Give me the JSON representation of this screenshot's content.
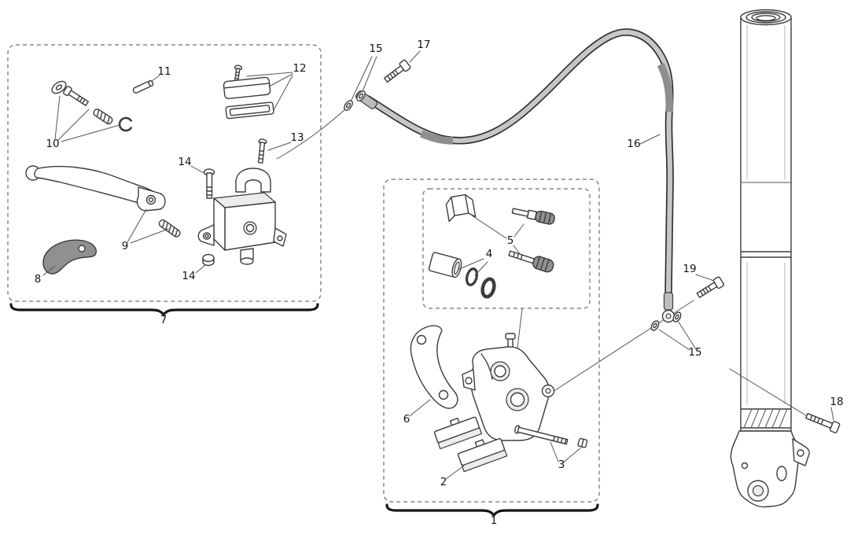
{
  "diagram": {
    "type": "exploded-parts-diagram",
    "subject": "Front brake system: master cylinder with lever, brake hose, caliper with pads, and front fork leg",
    "callouts": {
      "c1": "1",
      "c2": "2",
      "c3": "3",
      "c4": "4",
      "c5": "5",
      "c6": "6",
      "c7": "7",
      "c8": "8",
      "c9": "9",
      "c10": "10",
      "c11": "11",
      "c12": "12",
      "c13": "13",
      "c14a": "14",
      "c14b": "14",
      "c15a": "15",
      "c15b": "15",
      "c16": "16",
      "c17": "17",
      "c18": "18",
      "c19": "19"
    },
    "colors": {
      "background": "#ffffff",
      "line": "#3c3c3c",
      "hose_fill": "#c6c6c6",
      "hose_sleeve": "#8e8e8e",
      "dark_part": "#909090",
      "dashed_box": "#6f6f6f",
      "callout_text": "#141414"
    }
  }
}
